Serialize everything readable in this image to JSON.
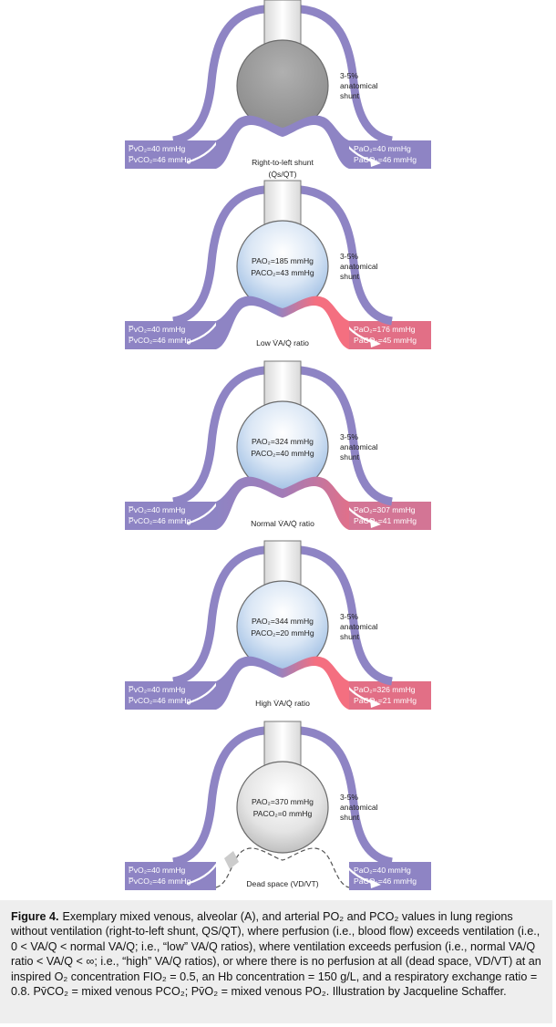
{
  "panels": [
    {
      "mixed_venous_po2": "P̅vO₂=40 mmHg",
      "mixed_venous_pco2": "P̅vCO₂=46 mmHg",
      "alveolar_po2": "",
      "alveolar_pco2": "",
      "arterial_po2": "PaO₂=40 mmHg",
      "arterial_pco2": "PaCO₂=46 mmHg",
      "shunt_label": [
        "3-5%",
        "anatomical",
        "shunt"
      ],
      "caption_line1": "Right-to-left shunt",
      "caption_line2": "(Q̇s/Q̇T)",
      "alveolus_color": "#9e9e9e",
      "right_box_color": "#8e84c4",
      "ventilated": false,
      "perfused": true
    },
    {
      "mixed_venous_po2": "P̅vO₂=40 mmHg",
      "mixed_venous_pco2": "P̅vCO₂=46 mmHg",
      "alveolar_po2": "PAO₂=185 mmHg",
      "alveolar_pco2": "PACO₂=43 mmHg",
      "arterial_po2": "PaO₂=176 mmHg",
      "arterial_pco2": "PaCO₂=45 mmHg",
      "shunt_label": [
        "3-5%",
        "anatomical",
        "shunt"
      ],
      "caption_line1": "Low V̇A/Q̇ ratio",
      "caption_line2": "",
      "alveolus_color": "#b8cfe8",
      "right_box_color": "#e26f86",
      "ventilated": true,
      "perfused": true
    },
    {
      "mixed_venous_po2": "P̅vO₂=40 mmHg",
      "mixed_venous_pco2": "P̅vCO₂=46 mmHg",
      "alveolar_po2": "PAO₂=324 mmHg",
      "alveolar_pco2": "PACO₂=40 mmHg",
      "arterial_po2": "PaO₂=307 mmHg",
      "arterial_pco2": "PaCO₂=41 mmHg",
      "shunt_label": [
        "3-5%",
        "anatomical",
        "shunt"
      ],
      "caption_line1": "Normal V̇A/Q̇ ratio",
      "caption_line2": "",
      "alveolus_color": "#b8cfe8",
      "right_box_color": "#d37595",
      "ventilated": true,
      "perfused": true
    },
    {
      "mixed_venous_po2": "P̅vO₂=40 mmHg",
      "mixed_venous_pco2": "P̅vCO₂=46 mmHg",
      "alveolar_po2": "PAO₂=344 mmHg",
      "alveolar_pco2": "PACO₂=20 mmHg",
      "arterial_po2": "PaO₂=326 mmHg",
      "arterial_pco2": "PaCO₂=21 mmHg",
      "shunt_label": [
        "3-5%",
        "anatomical",
        "shunt"
      ],
      "caption_line1": "High V̇A/Q̇ ratio",
      "caption_line2": "",
      "alveolus_color": "#b8cfe8",
      "right_box_color": "#e26f86",
      "ventilated": true,
      "perfused": true
    },
    {
      "mixed_venous_po2": "P̅vO₂=40 mmHg",
      "mixed_venous_pco2": "P̅vCO₂=46 mmHg",
      "alveolar_po2": "PAO₂=370 mmHg",
      "alveolar_pco2": "PACO₂=0 mmHg",
      "arterial_po2": "PaO₂=40 mmHg",
      "arterial_pco2": "PaCO₂=46 mmHg",
      "shunt_label": [
        "3-5%",
        "anatomical",
        "shunt"
      ],
      "caption_line1": "Dead space (VD/VT)",
      "caption_line2": "",
      "alveolus_color": "#c8c8c8",
      "right_box_color": "#8e84c4",
      "ventilated": true,
      "perfused": false
    }
  ],
  "colors": {
    "venous": "#8e84c4",
    "arterial": "#f46f80",
    "caption_bg": "#eeeeee"
  },
  "caption": {
    "label": "Figure 4.",
    "text": "Exemplary mixed venous, alveolar (A), and arterial PO₂ and PCO₂ values in lung regions without ventilation (right-to-left shunt, QS/QT), where perfusion (i.e., blood flow) exceeds ventilation (i.e., 0 < VA/Q < normal VA/Q; i.e., “low” VA/Q ratios), where ventilation exceeds perfusion (i.e., normal VA/Q ratio < VA/Q < ∞; i.e., “high” VA/Q ratios), or where there is no perfusion at all (dead space, VD/VT) at an inspired O₂ concentration FIO₂ = 0.5, an Hb concentration = 150 g/L, and a respiratory exchange ratio = 0.8. Pv̄CO₂ = mixed venous PCO₂; Pv̄O₂ = mixed venous PO₂. Illustration by Jacqueline Schaffer."
  }
}
